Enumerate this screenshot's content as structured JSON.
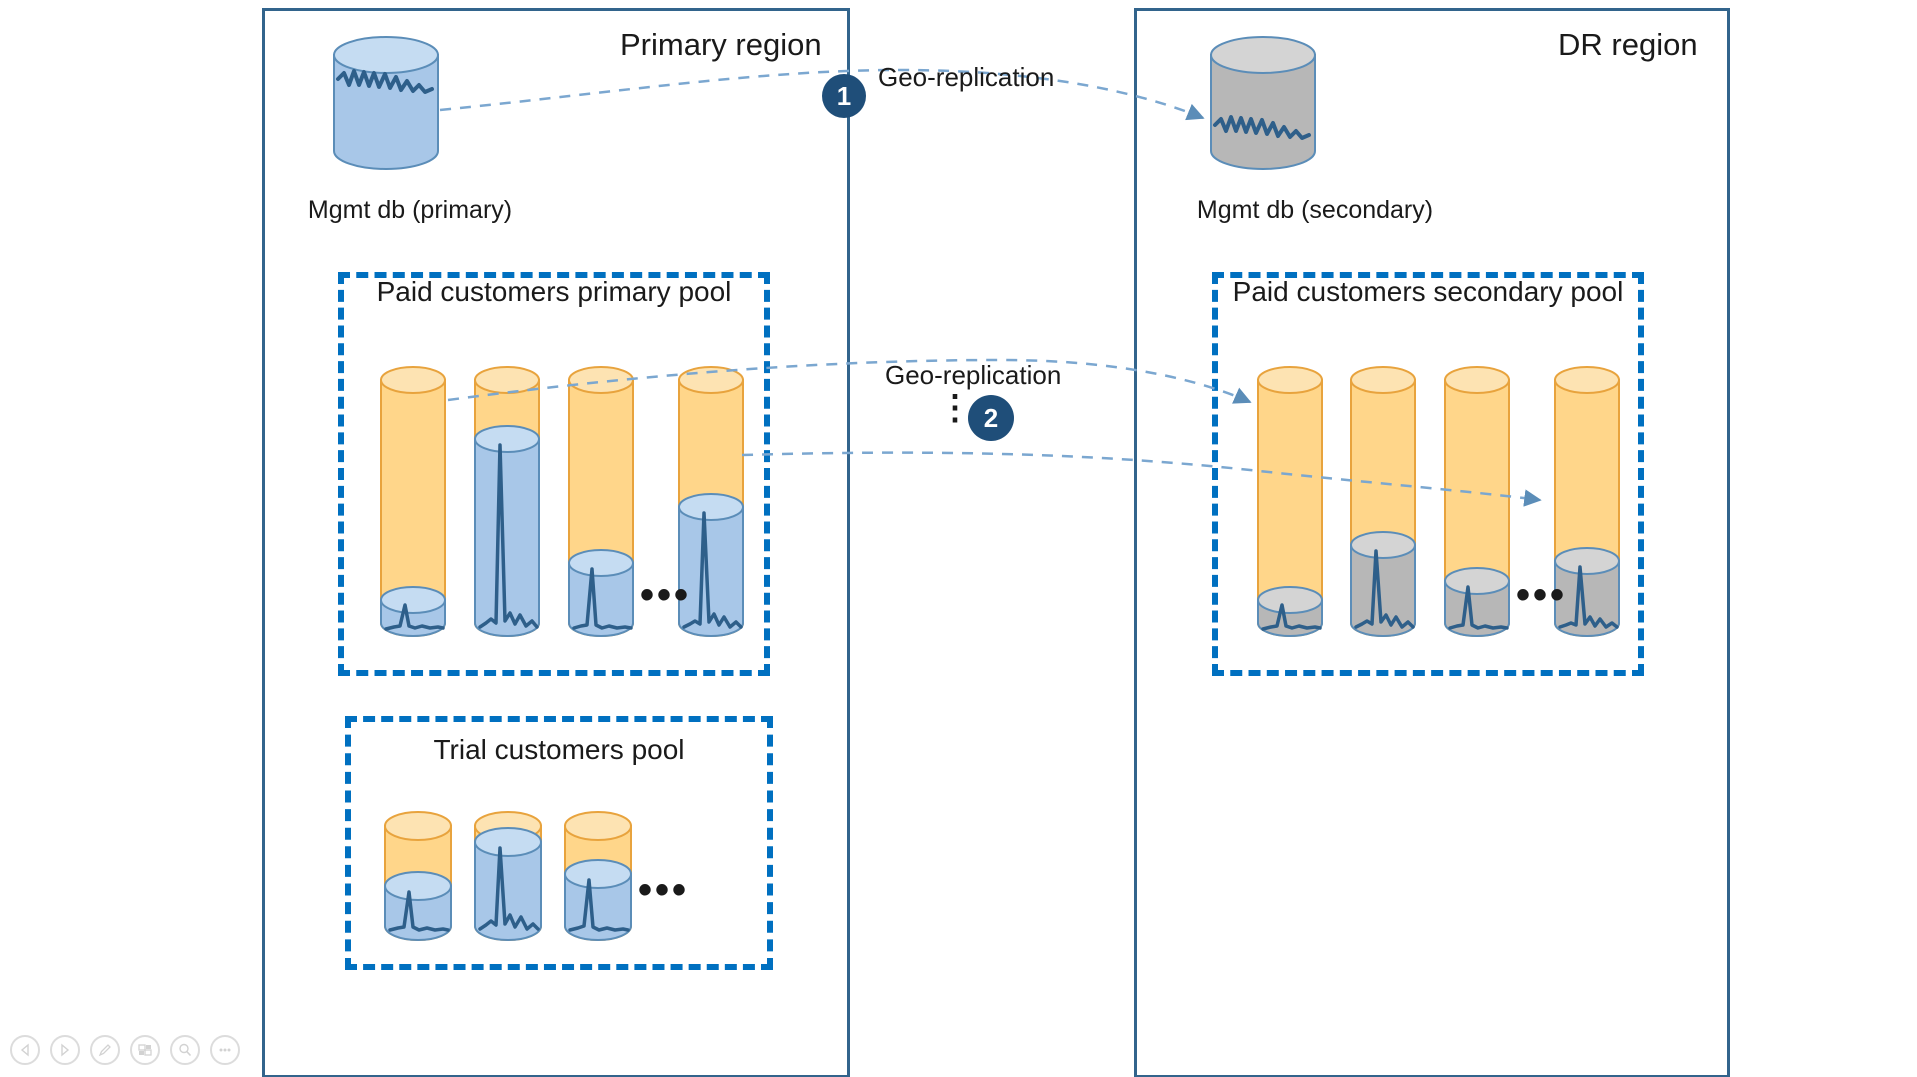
{
  "diagram": {
    "title_primary": "Primary region",
    "title_dr": "DR region",
    "labels": {
      "mgmt_primary": "Mgmt db (primary)",
      "mgmt_secondary": "Mgmt db (secondary)",
      "pool_paid_primary": "Paid customers primary pool",
      "pool_paid_secondary": "Paid customers secondary pool",
      "pool_trial": "Trial customers pool",
      "geo_replication_1": "Geo-replication",
      "geo_replication_2": "Geo-replication",
      "ellipsis": "•••",
      "vertical_dots": ":"
    },
    "badges": [
      {
        "id": "badge-1",
        "text": "1"
      },
      {
        "id": "badge-2",
        "text": "2"
      }
    ],
    "colors": {
      "region_border": "#32648c",
      "pool_border": "#0070c0",
      "pool_fill_orange": "#ffd68a",
      "pool_stroke_orange": "#e8a33d",
      "db_fill_blue": "#a8c7e8",
      "db_stroke_blue": "#5b8db8",
      "db_fill_gray": "#b7b7b7",
      "db_stroke_gray": "#5b8db8",
      "wave_stroke": "#2e5f8a",
      "badge_bg": "#1f4e79",
      "connector": "#7ba7d0",
      "text": "#1a1a1a"
    },
    "cylinders": {
      "mgmt_primary": {
        "name": "mgmt-db-primary",
        "fill": "blue",
        "wave": "noisy"
      },
      "mgmt_secondary": {
        "name": "mgmt-db-secondary",
        "fill": "gray",
        "wave": "noisy"
      },
      "paid_primary": [
        {
          "name": "paid-primary-db-1",
          "fill_pct": 12,
          "fill": "blue"
        },
        {
          "name": "paid-primary-db-2",
          "fill_pct": 76,
          "fill": "blue"
        },
        {
          "name": "paid-primary-db-3",
          "fill_pct": 25,
          "fill": "blue"
        },
        {
          "name": "paid-primary-db-4",
          "fill_pct": 48,
          "fill": "blue"
        }
      ],
      "paid_secondary": [
        {
          "name": "paid-secondary-db-1",
          "fill_pct": 12,
          "fill": "gray"
        },
        {
          "name": "paid-secondary-db-2",
          "fill_pct": 30,
          "fill": "gray"
        },
        {
          "name": "paid-secondary-db-3",
          "fill_pct": 17,
          "fill": "gray"
        },
        {
          "name": "paid-secondary-db-4",
          "fill_pct": 24,
          "fill": "gray"
        }
      ],
      "trial": [
        {
          "name": "trial-db-1",
          "fill_pct": 40,
          "fill": "blue"
        },
        {
          "name": "trial-db-2",
          "fill_pct": 86,
          "fill": "blue"
        },
        {
          "name": "trial-db-3",
          "fill_pct": 52,
          "fill": "blue"
        }
      ]
    }
  },
  "toolbar": {
    "buttons": [
      {
        "name": "previous-slide-button",
        "icon": "triangle-left-icon"
      },
      {
        "name": "next-slide-button",
        "icon": "triangle-right-icon"
      },
      {
        "name": "pen-button",
        "icon": "pen-icon"
      },
      {
        "name": "slide-overview-button",
        "icon": "grid-icon"
      },
      {
        "name": "zoom-button",
        "icon": "magnifier-icon"
      },
      {
        "name": "more-options-button",
        "icon": "ellipsis-icon"
      }
    ]
  }
}
